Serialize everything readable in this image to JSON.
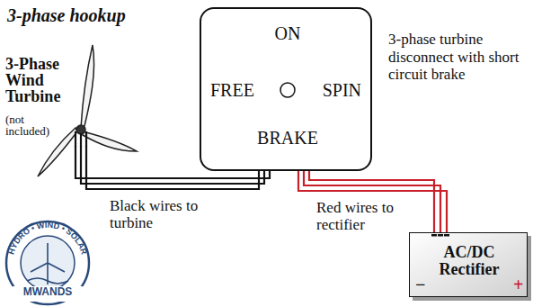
{
  "diagram": {
    "title": "3-phase hookup",
    "nodes": [
      {
        "text": [
          "3-Phase Wind Turbine",
          "(not included)"
        ]
      },
      {
        "text": [
          "ON",
          "FREE",
          "SPIN",
          "BRAKE"
        ]
      },
      {
        "text": [
          "AC/DC Rectifier"
        ]
      }
    ],
    "edges": [
      {
        "from": 0,
        "to": 1,
        "arrow": "none",
        "label": "Black wires to turbine"
      },
      {
        "from": 1,
        "to": 2,
        "arrow": "none",
        "label": "Red wires to rectifier"
      }
    ],
    "labels": [
      "3-phase turbine disconnect with short circuit brake",
      "HYDRO • WIND • SOLAR",
      "MWANDS",
      "−",
      "+"
    ]
  }
}
